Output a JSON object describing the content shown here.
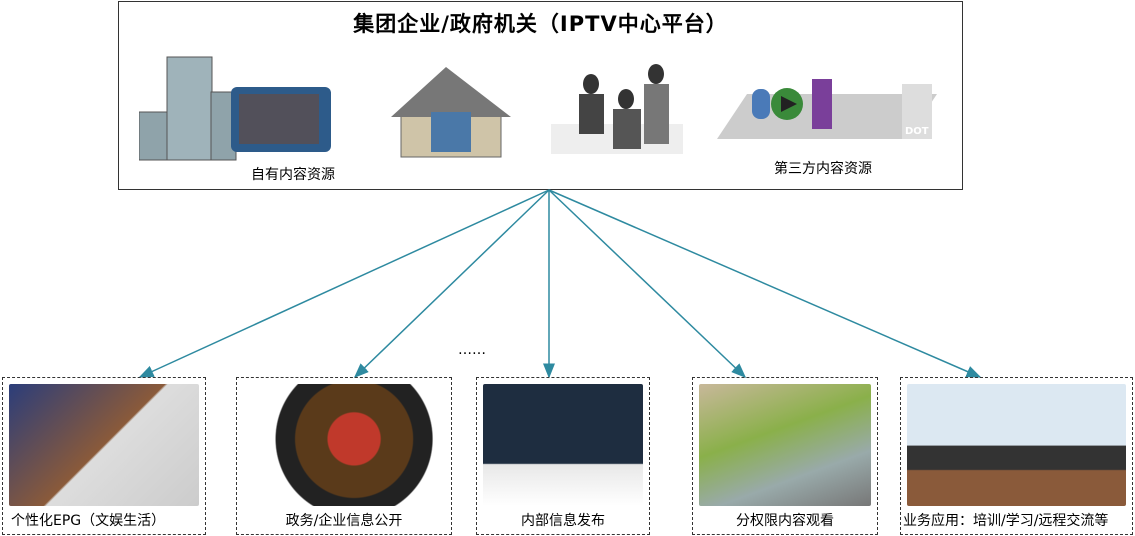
{
  "platform": {
    "title": "集团企业/政府机关（IPTV中心平台）",
    "own_content": "自有内容资源",
    "third_party": "第三方内容资源"
  },
  "ellipsis": "……",
  "services": [
    {
      "label": "个性化EPG（文娱生活）"
    },
    {
      "label": "政务/企业信息公开"
    },
    {
      "label": "内部信息发布"
    },
    {
      "label": "分权限内容观看"
    },
    {
      "label": "业务应用：培训/学习/远程交流等"
    }
  ],
  "colors": {
    "arrow": "#2e8aa0",
    "border": "#333333"
  }
}
